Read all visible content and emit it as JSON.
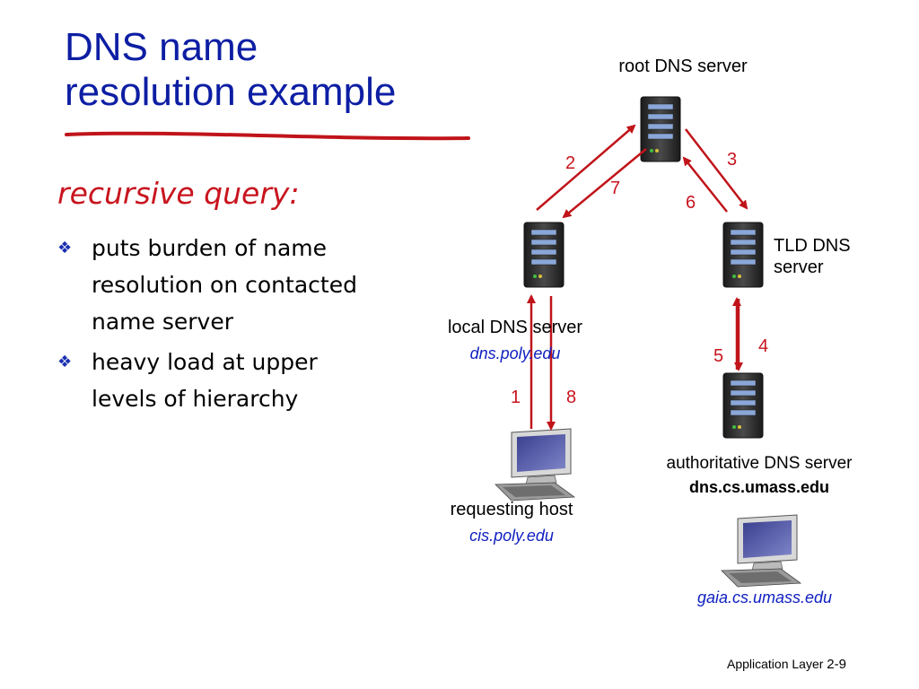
{
  "title": {
    "line1": "DNS name",
    "line2": "resolution example"
  },
  "subhead": "recursive query:",
  "bullets": [
    "puts burden of name resolution on contacted name server",
    "heavy load at upper levels of hierarchy"
  ],
  "nodes": {
    "root": {
      "label": "root DNS server"
    },
    "tld": {
      "label_line1": "TLD DNS",
      "label_line2": "server"
    },
    "local": {
      "label": "local DNS server",
      "host": "dns.poly.edu"
    },
    "authoritative": {
      "label": "authoritative DNS server",
      "host": "dns.cs.umass.edu"
    },
    "requesting": {
      "label": "requesting host",
      "host": "cis.poly.edu"
    },
    "gaia": {
      "host": "gaia.cs.umass.edu"
    }
  },
  "steps": {
    "s1": "1",
    "s2": "2",
    "s3": "3",
    "s4": "4",
    "s5": "5",
    "s6": "6",
    "s7": "7",
    "s8": "8"
  },
  "footer": {
    "text": "Application Layer",
    "page": "2-9"
  },
  "colors": {
    "title": "#0d1ea3",
    "accent_red": "#c8141e",
    "hostname_blue": "#1020c0",
    "arrow": "#c0141a"
  }
}
